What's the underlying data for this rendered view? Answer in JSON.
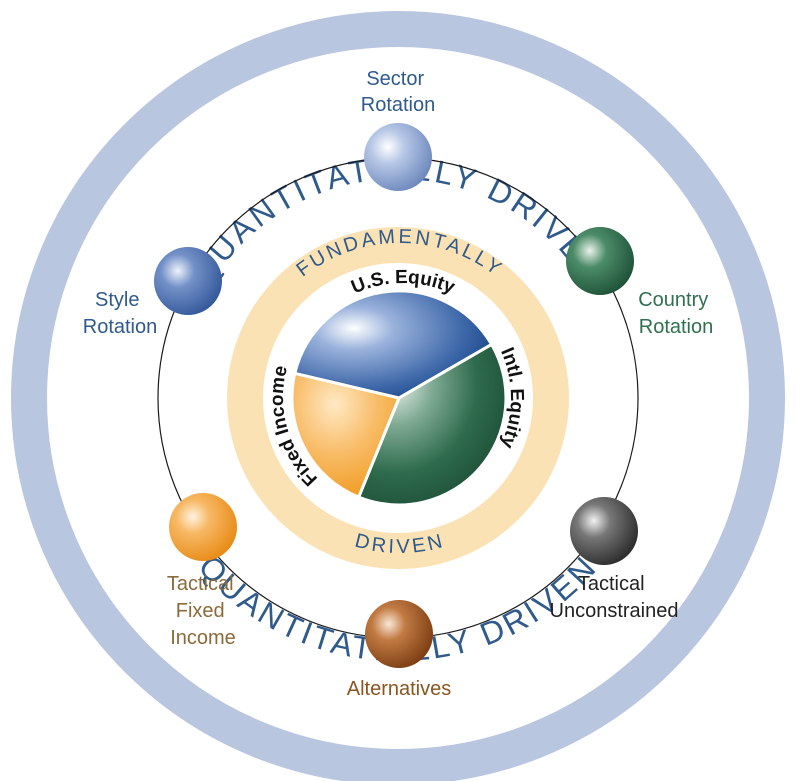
{
  "outer_ring": {
    "top_text": "QUANTITATIVELY DRIVEN",
    "bottom_text": "QUANTITATIVELY DRIVEN",
    "color": "#b9c6df",
    "text_color": "#2f5a8c"
  },
  "inner_ring": {
    "top_text": "FUNDAMENTALLY",
    "bottom_text": "DRIVEN",
    "color": "#fbe2b4",
    "text_color": "#2f5a8c"
  },
  "pie": {
    "segments": [
      {
        "label": "U.S. Equity",
        "share": 0.34,
        "color": "#3d67a8"
      },
      {
        "label": "Intl. Equity",
        "share": 0.42,
        "color": "#2e6b4d"
      },
      {
        "label": "Fixed Income",
        "share": 0.24,
        "color": "#f5a83a"
      }
    ]
  },
  "orbit_nodes": [
    {
      "id": "sector",
      "label_lines": [
        "Sector",
        "Rotation"
      ],
      "color": "#8fa7d1",
      "text_color": "#2f5a8c",
      "icon": "light-blue-sphere"
    },
    {
      "id": "country",
      "label_lines": [
        "Country",
        "Rotation"
      ],
      "color": "#2f7050",
      "text_color": "#2f7050",
      "icon": "green-sphere"
    },
    {
      "id": "tactical-unconstrained",
      "label_lines": [
        "Tactical",
        "Unconstrained"
      ],
      "color": "#505050",
      "text_color": "#222222",
      "icon": "gray-sphere"
    },
    {
      "id": "alternatives",
      "label_lines": [
        "Alternatives"
      ],
      "color": "#a65a22",
      "text_color": "#8a5520",
      "icon": "brown-sphere"
    },
    {
      "id": "tactical-fixed-income",
      "label_lines": [
        "Tactical",
        "Fixed",
        "Income"
      ],
      "color": "#f5a83a",
      "text_color": "#8a6a3a",
      "icon": "orange-sphere"
    },
    {
      "id": "style",
      "label_lines": [
        "Style",
        "Rotation"
      ],
      "color": "#4e72b4",
      "text_color": "#2f5a8c",
      "icon": "blue-sphere"
    }
  ]
}
